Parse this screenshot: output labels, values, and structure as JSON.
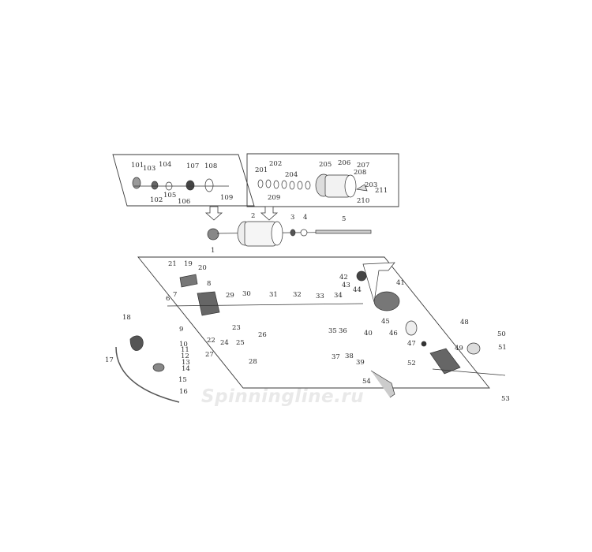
{
  "watermark": "Spinningline.ru",
  "callouts": {
    "spool_parts": [
      "101",
      "103",
      "104",
      "107",
      "108",
      "102",
      "105",
      "106",
      "109"
    ],
    "rotor_parts": [
      "201",
      "202",
      "204",
      "205",
      "206",
      "207",
      "208",
      "203",
      "209",
      "211",
      "210"
    ],
    "spool_row": [
      "1",
      "2",
      "3",
      "4",
      "5"
    ],
    "body_parts": [
      "21",
      "19",
      "20",
      "8",
      "6",
      "7",
      "29",
      "30",
      "31",
      "32",
      "33",
      "34",
      "42",
      "41",
      "43",
      "44",
      "45",
      "46",
      "47",
      "48",
      "49",
      "50",
      "51",
      "40",
      "35",
      "36",
      "37",
      "38",
      "39",
      "52",
      "53",
      "54",
      "18",
      "9",
      "17",
      "10",
      "11",
      "12",
      "13",
      "14",
      "15",
      "16",
      "22",
      "23",
      "24",
      "25",
      "26",
      "27",
      "28"
    ]
  },
  "colors": {
    "line": "#3a3a3a",
    "part": "#555555",
    "dark": "#2a2a2a"
  }
}
